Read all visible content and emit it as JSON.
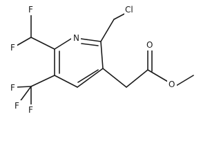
{
  "atoms": [
    {
      "id": "cl",
      "symbol": "Cl"
    },
    {
      "id": "n1",
      "symbol": "N"
    },
    {
      "id": "f1",
      "symbol": "F"
    },
    {
      "id": "f2",
      "symbol": "F"
    },
    {
      "id": "f3",
      "symbol": "F"
    },
    {
      "id": "f4",
      "symbol": "F"
    },
    {
      "id": "f5",
      "symbol": "F"
    },
    {
      "id": "o1",
      "symbol": "O"
    },
    {
      "id": "o2",
      "symbol": "O"
    }
  ]
}
